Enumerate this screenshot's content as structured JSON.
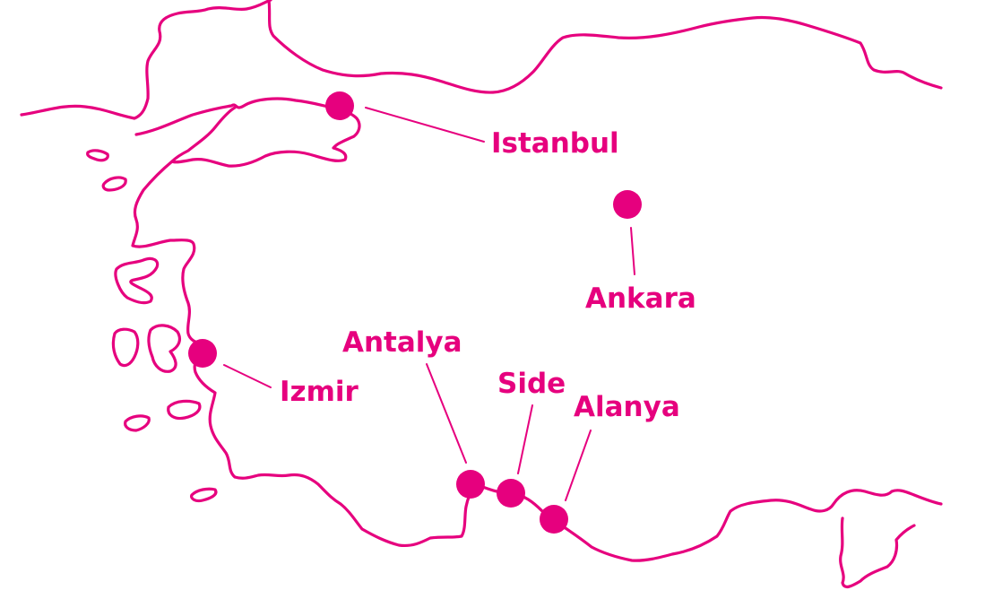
{
  "map": {
    "color": "#e6007e",
    "cities": [
      {
        "id": "istanbul",
        "label": "Istanbul"
      },
      {
        "id": "ankara",
        "label": "Ankara"
      },
      {
        "id": "izmir",
        "label": "Izmir"
      },
      {
        "id": "antalya",
        "label": "Antalya"
      },
      {
        "id": "side",
        "label": "Side"
      },
      {
        "id": "alanya",
        "label": "Alanya"
      }
    ]
  }
}
